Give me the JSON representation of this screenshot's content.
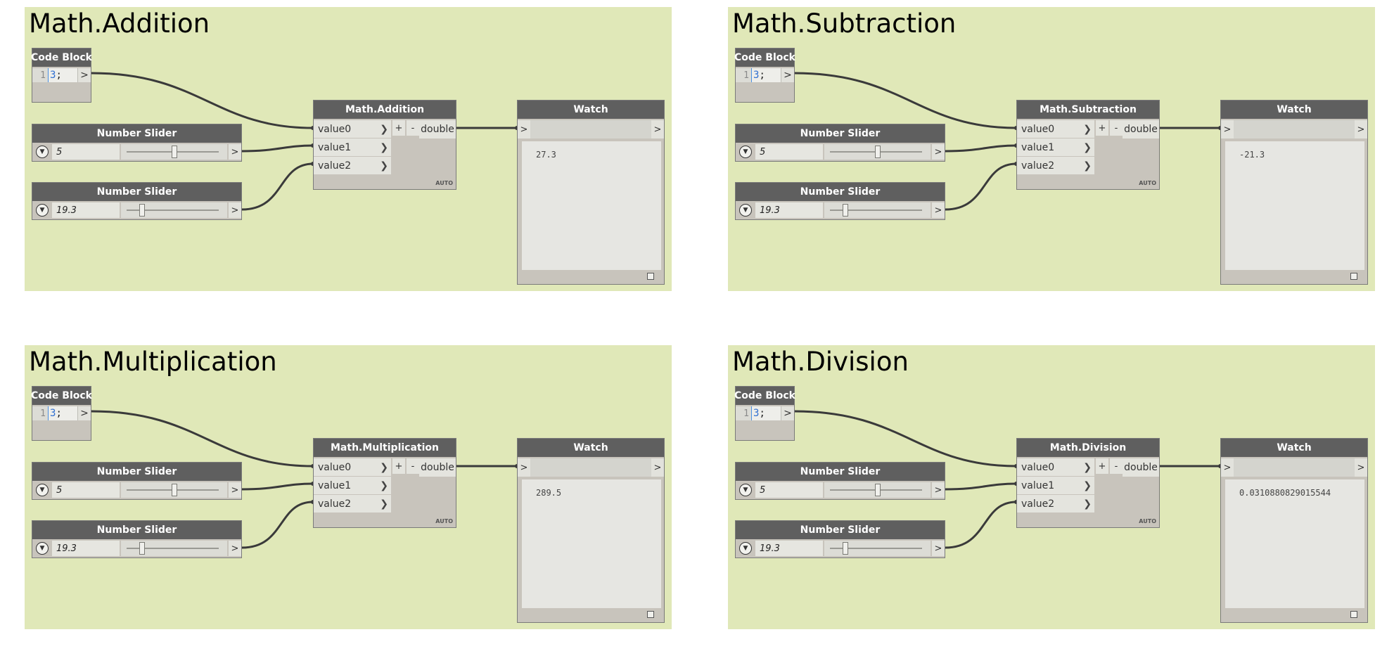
{
  "groups": [
    {
      "title": "Math.Addition",
      "code": {
        "header": "Code Block",
        "line": "1",
        "value": "3",
        "semicolon": ";",
        "out": ">"
      },
      "slider1": {
        "header": "Number Slider",
        "value": "5",
        "out": ">",
        "level": 0.5
      },
      "slider2": {
        "header": "Number Slider",
        "value": "19.3",
        "out": ">",
        "level": 0.2
      },
      "math": {
        "header": "Math.Addition",
        "ports": [
          "value0",
          "value1",
          "value2"
        ],
        "plus": "+",
        "minus": "-",
        "output": "double",
        "lacing": "AUTO"
      },
      "watch": {
        "header": "Watch",
        "in": ">",
        "out": ">",
        "value": "27.3"
      }
    },
    {
      "title": "Math.Subtraction",
      "code": {
        "header": "Code Block",
        "line": "1",
        "value": "3",
        "semicolon": ";",
        "out": ">"
      },
      "slider1": {
        "header": "Number Slider",
        "value": "5",
        "out": ">",
        "level": 0.5
      },
      "slider2": {
        "header": "Number Slider",
        "value": "19.3",
        "out": ">",
        "level": 0.2
      },
      "math": {
        "header": "Math.Subtraction",
        "ports": [
          "value0",
          "value1",
          "value2"
        ],
        "plus": "+",
        "minus": "-",
        "output": "double",
        "lacing": "AUTO"
      },
      "watch": {
        "header": "Watch",
        "in": ">",
        "out": ">",
        "value": "-21.3"
      }
    },
    {
      "title": "Math.Multiplication",
      "code": {
        "header": "Code Block",
        "line": "1",
        "value": "3",
        "semicolon": ";",
        "out": ">"
      },
      "slider1": {
        "header": "Number Slider",
        "value": "5",
        "out": ">",
        "level": 0.5
      },
      "slider2": {
        "header": "Number Slider",
        "value": "19.3",
        "out": ">",
        "level": 0.2
      },
      "math": {
        "header": "Math.Multiplication",
        "ports": [
          "value0",
          "value1",
          "value2"
        ],
        "plus": "+",
        "minus": "-",
        "output": "double",
        "lacing": "AUTO"
      },
      "watch": {
        "header": "Watch",
        "in": ">",
        "out": ">",
        "value": "289.5"
      }
    },
    {
      "title": "Math.Division",
      "code": {
        "header": "Code Block",
        "line": "1",
        "value": "3",
        "semicolon": ";",
        "out": ">"
      },
      "slider1": {
        "header": "Number Slider",
        "value": "5",
        "out": ">",
        "level": 0.5
      },
      "slider2": {
        "header": "Number Slider",
        "value": "19.3",
        "out": ">",
        "level": 0.2
      },
      "math": {
        "header": "Math.Division",
        "ports": [
          "value0",
          "value1",
          "value2"
        ],
        "plus": "+",
        "minus": "-",
        "output": "double",
        "lacing": "AUTO"
      },
      "watch": {
        "header": "Watch",
        "in": ">",
        "out": ">",
        "value": "0.0310880829015544"
      }
    }
  ],
  "icons": {
    "slider_toggle": "chevron-down-icon",
    "resize": "resize-grip-icon"
  }
}
